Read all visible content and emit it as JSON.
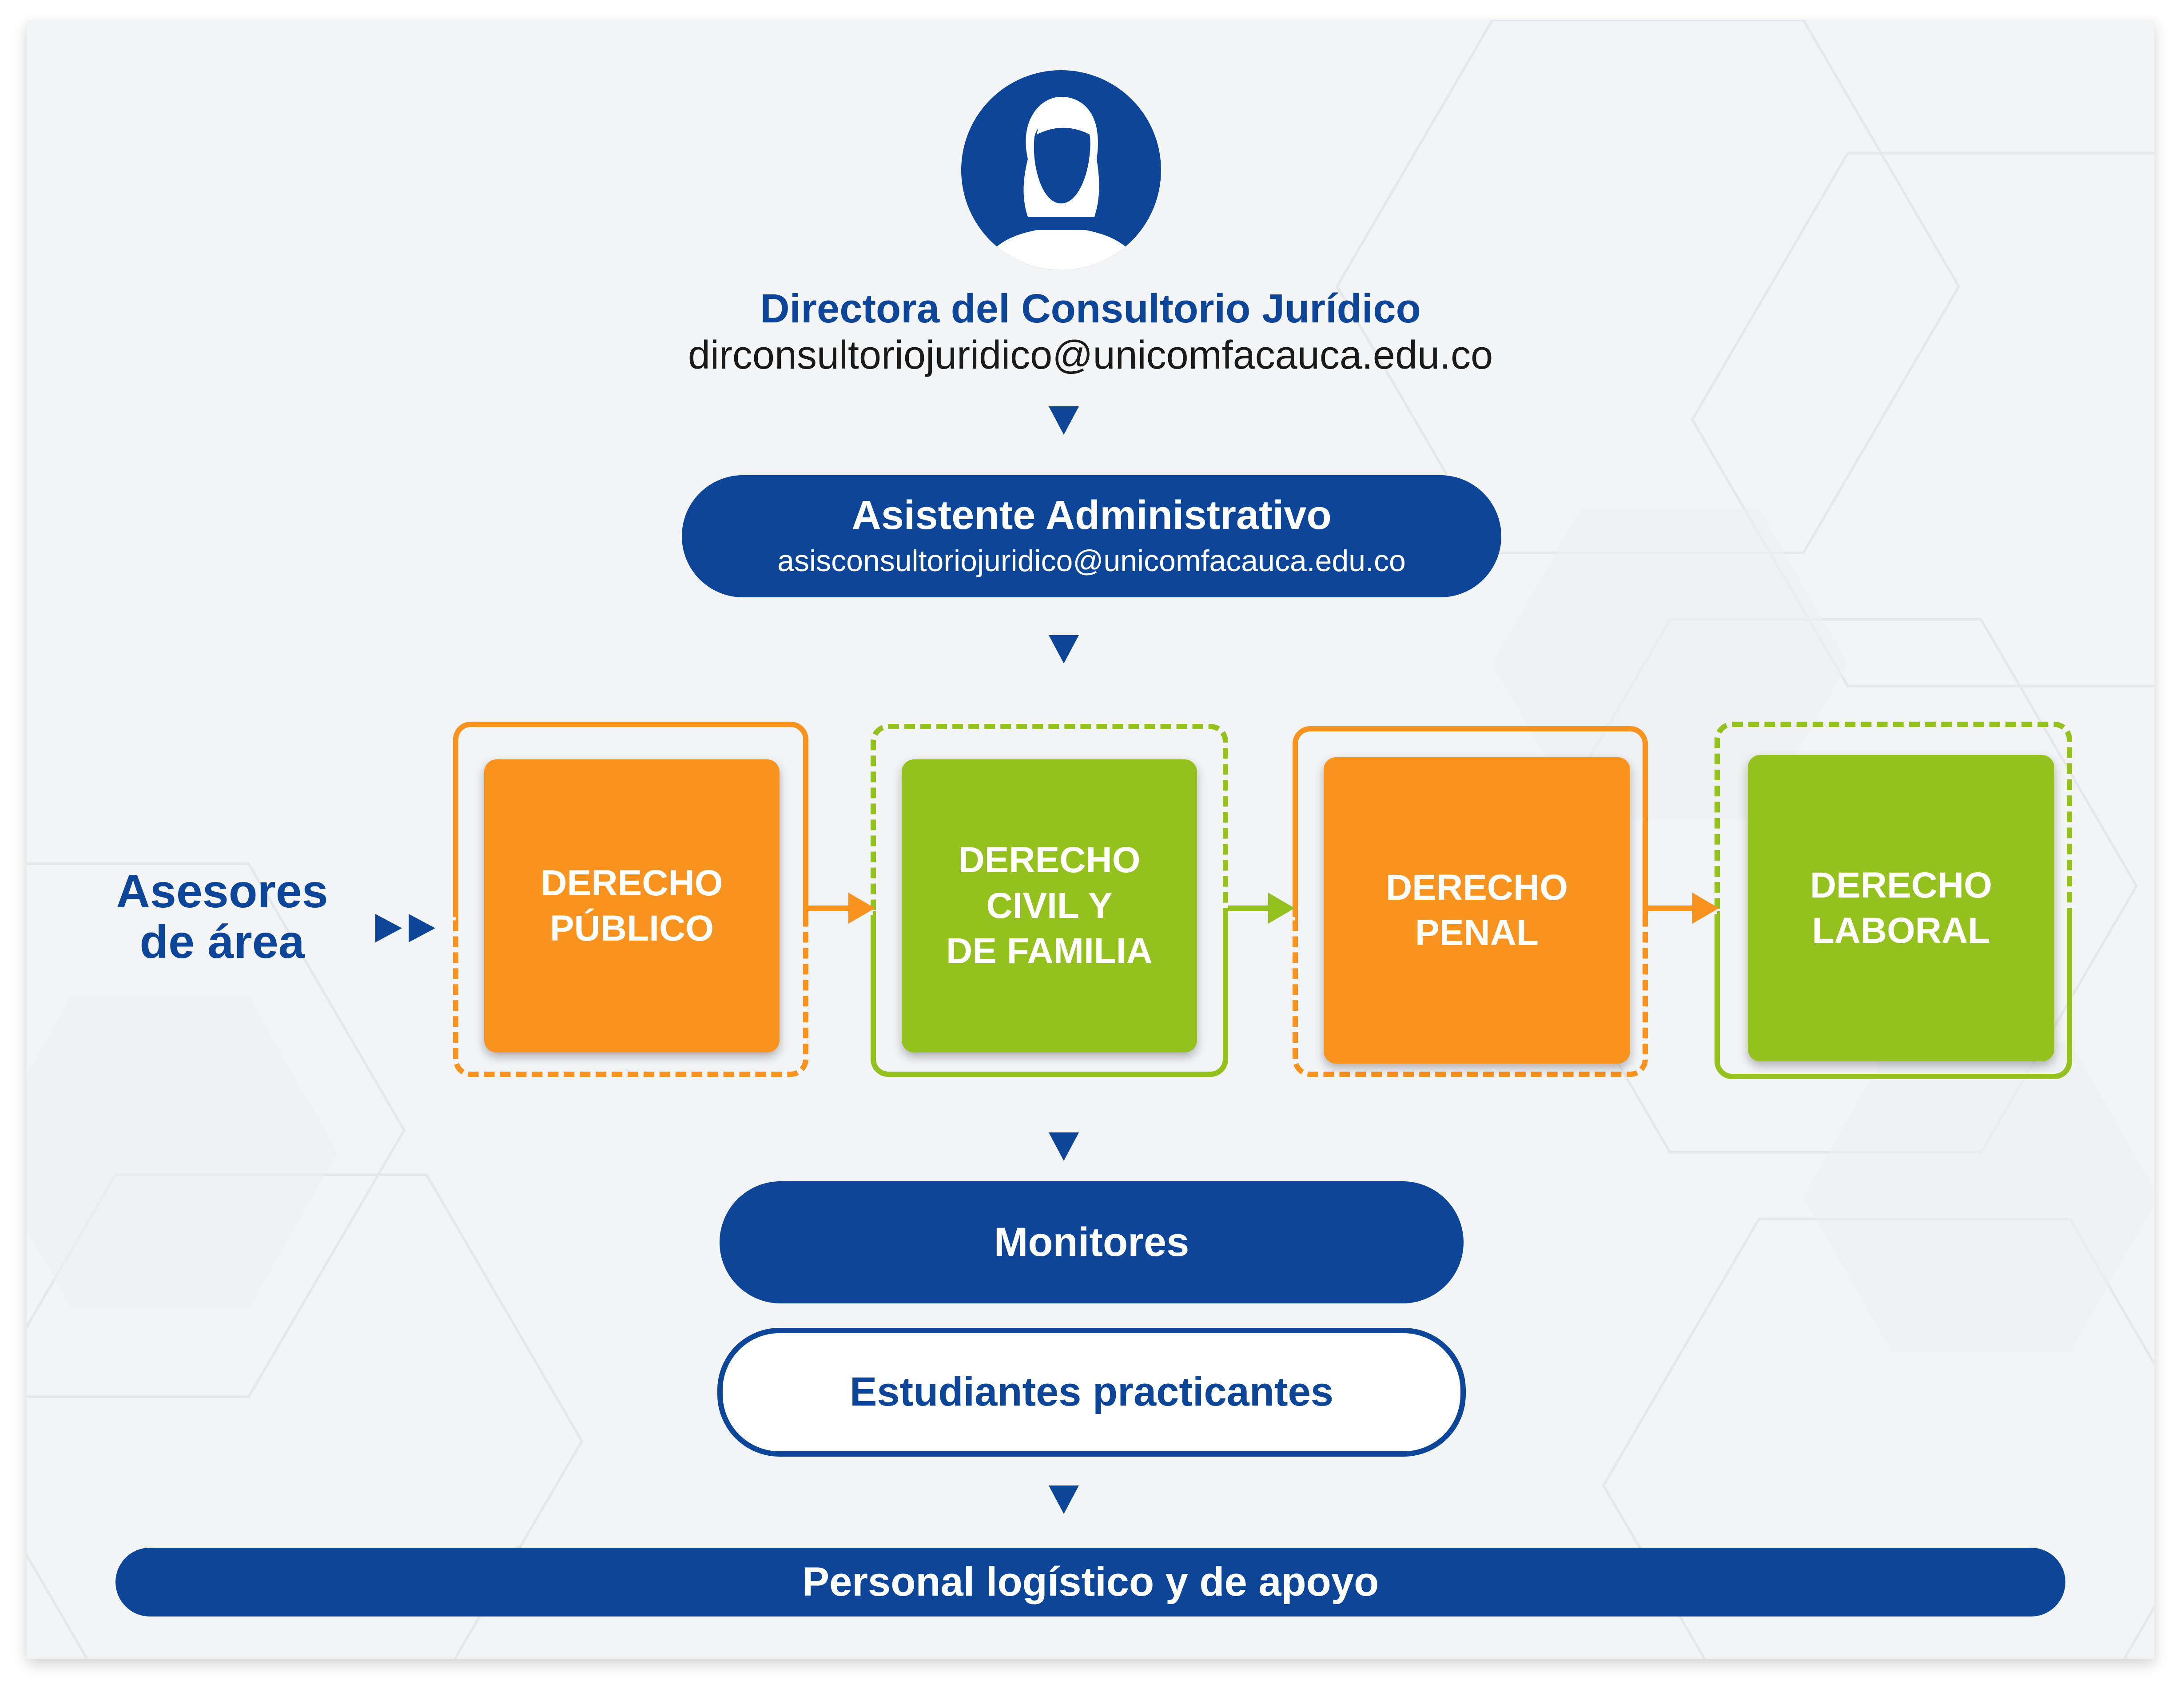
{
  "director": {
    "title": "Directora del Consultorio Jurídico",
    "email": "dirconsultoriojuridico@unicomfacauca.edu.co",
    "avatar_icon": "female-user-icon"
  },
  "assistant": {
    "title": "Asistente Administrativo",
    "email": "asisconsultoriojuridico@unicomfacauca.edu.co"
  },
  "advisors": {
    "label": "Asesores\nde área",
    "areas": [
      {
        "label": "DERECHO\nPÚBLICO",
        "color": "#f7931e"
      },
      {
        "label": "DERECHO\nCIVIL Y\nDE FAMILIA",
        "color": "#95c11f"
      },
      {
        "label": "DERECHO\nPENAL",
        "color": "#f7931e"
      },
      {
        "label": "DERECHO\nLABORAL",
        "color": "#95c11f"
      }
    ]
  },
  "monitors": {
    "label": "Monitores"
  },
  "students": {
    "label": "Estudiantes practicantes"
  },
  "support": {
    "label": "Personal logístico y de apoyo"
  },
  "colors": {
    "primary_blue": "#0d4699",
    "orange": "#f7931e",
    "green": "#95c11f"
  }
}
